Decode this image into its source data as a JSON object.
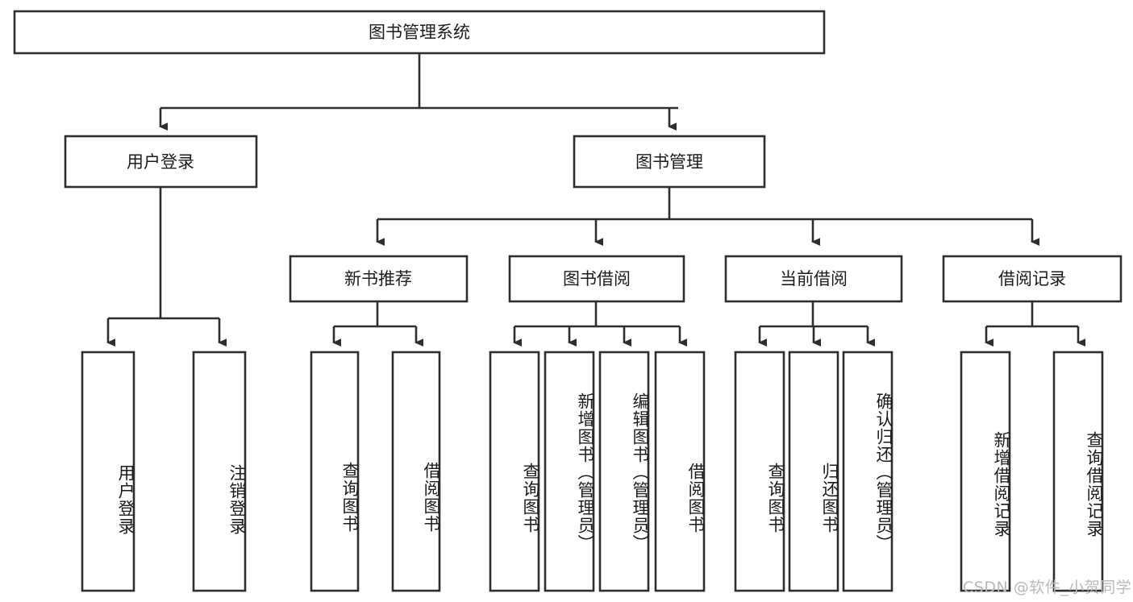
{
  "diagram": {
    "title": "图书管理系统",
    "type": "tree-hierarchy-diagram",
    "colors": {
      "box_stroke": "#2e2e2e",
      "box_fill": "#ffffff",
      "text": "#1c1c1c",
      "background": "#ffffff",
      "watermark": "#b9b9b9"
    },
    "root": {
      "label": "图书管理系统"
    },
    "level2": [
      {
        "label": "用户登录"
      },
      {
        "label": "图书管理"
      }
    ],
    "level3": [
      {
        "label": "新书推荐"
      },
      {
        "label": "图书借阅"
      },
      {
        "label": "当前借阅"
      },
      {
        "label": "借阅记录"
      }
    ],
    "leaves": {
      "user_login": [
        {
          "label": "用户登录"
        },
        {
          "label": "注销登录"
        }
      ],
      "new_book_recommend": [
        {
          "label": "查询图书"
        },
        {
          "label": "借阅图书"
        }
      ],
      "book_borrow": [
        {
          "label": "查询图书"
        },
        {
          "label": "新增图书（管理员）"
        },
        {
          "label": "编辑图书（管理员）"
        },
        {
          "label": "借阅图书"
        }
      ],
      "current_borrow": [
        {
          "label": "查询图书"
        },
        {
          "label": "归还图书"
        },
        {
          "label": "确认归还（管理员）"
        }
      ],
      "borrow_record": [
        {
          "label": "新增借阅记录"
        },
        {
          "label": "查询借阅记录"
        }
      ]
    },
    "watermark": "CSDN @软件_小贺同学"
  }
}
